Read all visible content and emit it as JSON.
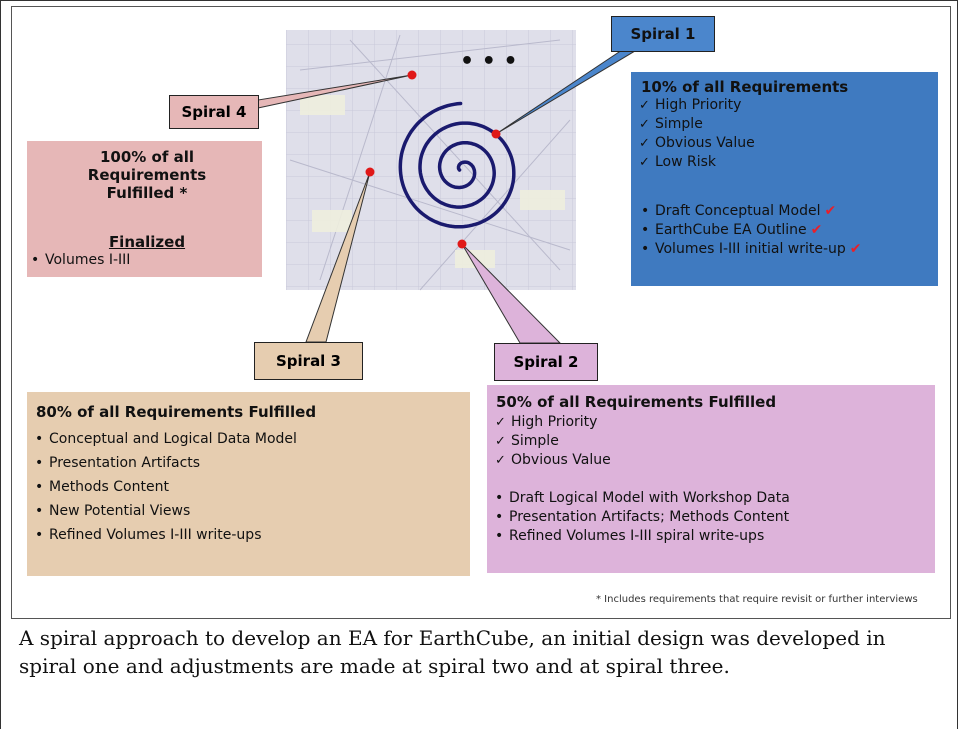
{
  "spiral_labels": {
    "s1": "Spiral 1",
    "s2": "Spiral 2",
    "s3": "Spiral 3",
    "s4": "Spiral 4"
  },
  "ellipsis": "• • •",
  "spiral4_box": {
    "title": "100% of all Requirements Fulfilled *",
    "subtitle": "Finalized",
    "bullets": [
      "Volumes I-III"
    ]
  },
  "spiral1_box": {
    "title": "10% of all Requirements",
    "checks": [
      "High Priority",
      "Simple",
      "Obvious Value",
      "Low  Risk"
    ],
    "bullets": [
      "Draft Conceptual Model",
      "EarthCube EA Outline",
      "Volumes I-III initial write-up"
    ],
    "done_mark": "✔"
  },
  "spiral3_box": {
    "title": "80% of all Requirements Fulfilled",
    "bullets": [
      "Conceptual and Logical Data Model",
      "Presentation Artifacts",
      "Methods Content",
      "New Potential Views",
      "Refined Volumes I-III write-ups"
    ]
  },
  "spiral2_box": {
    "title": "50% of all Requirements Fulfilled",
    "checks": [
      "High Priority",
      "Simple",
      "Obvious Value"
    ],
    "bullets": [
      "Draft Logical Model with Workshop Data",
      "Presentation Artifacts; Methods Content",
      "Refined Volumes I-III spiral write-ups"
    ]
  },
  "footnote": "* Includes requirements that require revisit or further interviews",
  "caption": "A spiral approach to develop an EA for EarthCube, an initial design was developed in spiral one and adjustments are made at spiral two and at spiral three.",
  "colors": {
    "spiral_line": "#1a1a6e",
    "marker": "#e01818",
    "s1_fill": "#3f7ac0",
    "s1_label": "#4b86cc",
    "s2_fill": "#ddb3da",
    "s3_fill": "#e6cdb0",
    "s4_fill": "#e6b7b7",
    "background_panel": "#dcdce8"
  }
}
